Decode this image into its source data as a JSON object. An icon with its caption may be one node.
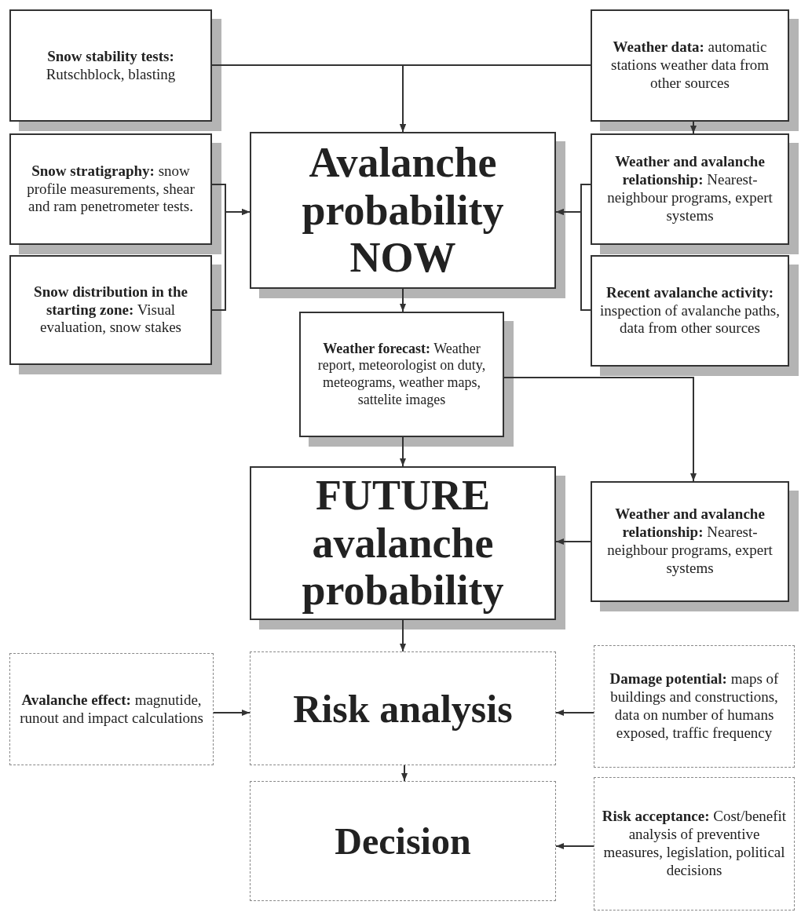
{
  "diagram": {
    "nodes": [
      {
        "text": [
          "**Snow stability tests:** Rutschblock, blasting"
        ]
      },
      {
        "text": [
          "**Weather data:** automatic stations weather data from other sources"
        ]
      },
      {
        "text": [
          "Avalanche probability NOW"
        ]
      },
      {
        "text": [
          "**Snow stratigraphy:** snow profile measurements, shear and ram penetrometer tests."
        ]
      },
      {
        "text": [
          "**Weather and avalanche relationship:** Nearest-neighbour programs, expert systems"
        ]
      },
      {
        "text": [
          "**Snow distribution in the starting zone:** Visual evaluation, snow stakes"
        ]
      },
      {
        "text": [
          "**Recent avalanche activity:** inspection of avalanche paths, data from other sources"
        ]
      },
      {
        "text": [
          "**Weather forecast:** Weather report, meteorologist on duty, meteograms, weather maps, sattelite images"
        ]
      },
      {
        "text": [
          "FUTURE avalanche probability"
        ]
      },
      {
        "text": [
          "**Weather and avalanche relationship:** Nearest-neighbour programs, expert systems"
        ]
      },
      {
        "text": [
          "**Avalanche effect:** magnutide, runout and impact calculations"
        ]
      },
      {
        "text": [
          "Risk analysis"
        ]
      },
      {
        "text": [
          "**Damage potential:** maps of buildings and constructions, data on number of humans exposed, traffic frequency"
        ]
      },
      {
        "text": [
          "Decision"
        ]
      },
      {
        "text": [
          "**Risk acceptance:** Cost/benefit analysis of preventive measures, legislation, political decisions"
        ]
      }
    ],
    "edges": [
      {
        "from": 0,
        "to": 2,
        "arrow": "to"
      },
      {
        "from": 1,
        "to": 2,
        "arrow": "to"
      },
      {
        "from": 1,
        "to": 4,
        "arrow": "to"
      },
      {
        "from": 3,
        "to": 2,
        "arrow": "to"
      },
      {
        "from": 5,
        "to": 2,
        "arrow": "to"
      },
      {
        "from": 4,
        "to": 2,
        "arrow": "to"
      },
      {
        "from": 6,
        "to": 2,
        "arrow": "to"
      },
      {
        "from": 2,
        "to": 7,
        "arrow": "to"
      },
      {
        "from": 7,
        "to": 8,
        "arrow": "to"
      },
      {
        "from": 7,
        "to": 9,
        "arrow": "to"
      },
      {
        "from": 9,
        "to": 8,
        "arrow": "to"
      },
      {
        "from": 8,
        "to": 11,
        "arrow": "to"
      },
      {
        "from": 10,
        "to": 11,
        "arrow": "to"
      },
      {
        "from": 12,
        "to": 11,
        "arrow": "to"
      },
      {
        "from": 11,
        "to": 13,
        "arrow": "to"
      },
      {
        "from": 14,
        "to": 13,
        "arrow": "to"
      }
    ]
  }
}
